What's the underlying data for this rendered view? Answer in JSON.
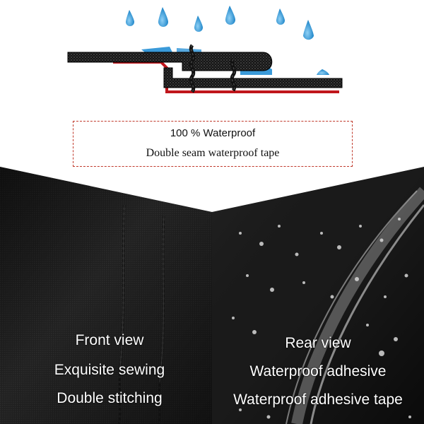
{
  "diagram": {
    "fabric_color": "#1b1b1b",
    "water_color": "#3a9ad9",
    "tape_color": "#c0161c",
    "icons": [
      "water-drop-icon",
      "seam-fabric-icon",
      "stitch-thread-icon"
    ]
  },
  "caption": {
    "line1": "100 % Waterproof",
    "line2": "Double seam waterproof tape",
    "border_color": "#c0392b"
  },
  "front_panel": {
    "title": "Front view",
    "feature1": "Exquisite sewing",
    "feature2": "Double stitching"
  },
  "rear_panel": {
    "title": "Rear view",
    "feature1": "Waterproof adhesive",
    "feature2": "Waterproof adhesive tape"
  }
}
